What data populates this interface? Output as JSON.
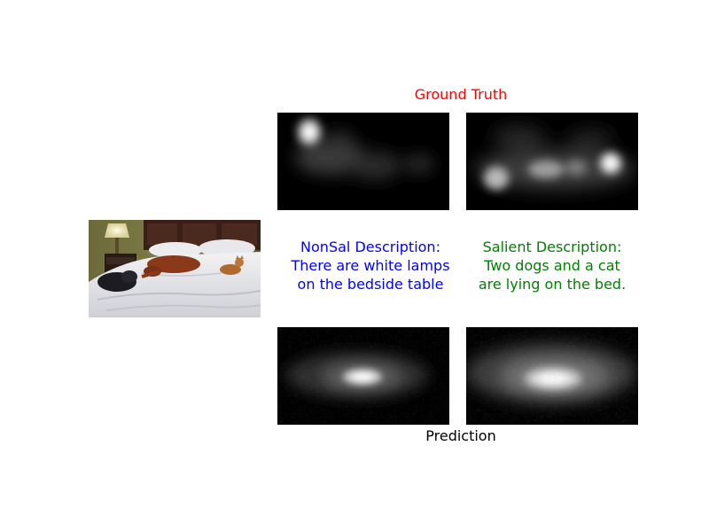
{
  "figure": {
    "top_label": "Ground Truth",
    "bottom_label": "Prediction",
    "nonsal_description": "NonSal Description:\nThere are white lamps\non the bedside table",
    "salient_description": "Salient Description:\nTwo dogs and a cat\nare lying on the bed.",
    "colors": {
      "top_label": "#ff0000",
      "nonsal": "#0000ff",
      "salient": "#008000",
      "bottom_label": "#000000"
    },
    "panels": {
      "photo": "bedroom-photo",
      "gt_nonsal": "ground-truth-nonsal-heatmap",
      "gt_salient": "ground-truth-salient-heatmap",
      "pred_nonsal": "prediction-nonsal-heatmap",
      "pred_salient": "prediction-salient-heatmap"
    }
  }
}
